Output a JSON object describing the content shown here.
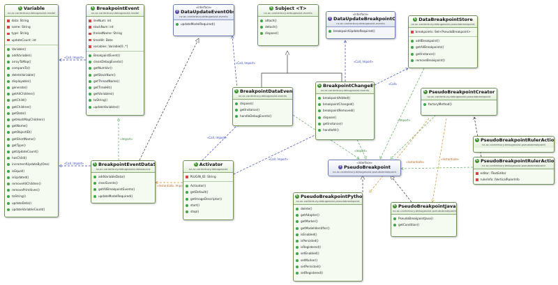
{
  "classes": {
    "variable": {
      "name": "Variable",
      "pkg": "nz.ac.canterbury.debugassist.model",
      "attrs": [
        "data: String",
        "name: String",
        "type: String",
        "updateCount: int"
      ],
      "methods": [
        "Variable()",
        "addVariable()",
        "arrayToMap()",
        "compareTo()",
        "deleteVariable()",
        "displayable()",
        "generate()",
        "getAllChildren()",
        "getChild()",
        "getChildren()",
        "getData()",
        "getHashMapChildren()",
        "getName()",
        "getObjectID()",
        "getShortName()",
        "getType()",
        "getUpdateCount()",
        "hasChild()",
        "incrementUpdateBy(One)",
        "isEqual()",
        "isUpdated()",
        "removeAllChildren()",
        "removePrimitives()",
        "toString()",
        "updateData()",
        "updateVariableCount()"
      ]
    },
    "breakpoint_event": {
      "name": "BreakpointEvent",
      "pkg": "nz.ac.canterbury.debugassist.model",
      "attrs": [
        "lineNum: int",
        "stackNum: int",
        "threadName: String",
        "timeHit: Date",
        "variables: Variable[0..*]"
      ],
      "methods": [
        "BreakpointEvent()",
        "cleanDebugEvents()",
        "getNumVar()",
        "getStackNum()",
        "getThreadName()",
        "getTimeHit()",
        "getVariables()",
        "toString()",
        "updateVariables()"
      ]
    },
    "data_update_event_observer": {
      "stereo": "«interface»",
      "name": "DataUpdateEventObserver",
      "pkg": "nz.ac.canterbury.debugassist.events",
      "methods": [
        "updateModelRequired()"
      ]
    },
    "subject": {
      "name": "Subject  <T>",
      "pkg": "nz.ac.canterbury.debugassist.events",
      "methods": [
        "attach()",
        "detach()",
        "dispose()"
      ]
    },
    "data_update_breakpoint_observer": {
      "stereo": "«interface»",
      "name": "DataUpdateBreakpointObserver",
      "pkg": "nz.ac.canterbury.debugassist.events",
      "methods": [
        "breakpointUpdateRequired()"
      ]
    },
    "data_breakpoint_store": {
      "name": "DataBreakpointStore",
      "pkg": "nz.ac.canterbury.debugassist.pseudobreakpoint",
      "attrs": [
        "breakpoints: Set<PseudoBreakpoint>"
      ],
      "methods": [
        "addBreakpoint()",
        "getAllBreakpoints()",
        "getInstance()",
        "removeBreakpoint()"
      ]
    },
    "breakpoint_data_event": {
      "name": "BreakpointDataEvent",
      "pkg": "nz.ac.canterbury.debugassist.events",
      "methods": [
        "dispose()",
        "getInstance()",
        "handleDebugEvents()"
      ]
    },
    "breakpoint_change_event": {
      "name": "BreakpointChangeEvent",
      "pkg": "nz.ac.canterbury.debugassist.events",
      "methods": [
        "breakpointAdded()",
        "breakpointChanged()",
        "breakpointRemoved()",
        "dispose()",
        "getInstance()",
        "handleAll()"
      ]
    },
    "pseudo_breakpoint_creator": {
      "name": "PseudoBreakpointCreator",
      "pkg": "nz.ac.canterbury.debugassist.pseudobreakpoint",
      "methods": [
        "factoryMethod()"
      ]
    },
    "breakpoint_event_data_store": {
      "name": "BreakpointEventDataStore",
      "pkg": "nz.ac.canterbury.debugassist.datasource",
      "methods": [
        "addVariableData()",
        "clearEvents()",
        "getAllBreakpointEvents()",
        "updateModelRequired()"
      ]
    },
    "activator": {
      "name": "Activator",
      "pkg": "nz.ac.canterbury.debugassist",
      "attrs": [
        "PLUGIN_ID: String"
      ],
      "methods": [
        "Activator()",
        "getDefault()",
        "getImageDescriptor()",
        "start()",
        "stop()"
      ]
    },
    "pseudo_breakpoint": {
      "stereo": "«interface»",
      "name": "PseudoBreakpoint",
      "pkg": "nz.ac.canterbury.debugassist.pseudobreakpoint"
    },
    "ruler_action_delegate": {
      "name": "PseudoBreakpointRulerActionDelegate",
      "pkg": "nz.ac.canterbury.debugassist.pseudobreakpoint"
    },
    "ruler_action": {
      "name": "PseudoBreakpointRulerAction",
      "pkg": "nz.ac.canterbury.debugassist.pseudobreakpoint",
      "attrs": [
        "editor: ITextEditor",
        "rulerInfo: IVerticalRulerInfo"
      ]
    },
    "pseudo_breakpoint_python": {
      "name": "PseudoBreakpointPython",
      "pkg": "nz.ac.canterbury.debugassist.pseudobreakpoint",
      "methods": [
        "delete()",
        "getAdapter()",
        "getMarker()",
        "getModelIdentifier()",
        "isEnabled()",
        "isPersisted()",
        "isRegistered()",
        "setEnabled()",
        "setMarker()",
        "setPersisted()",
        "setRegistered()"
      ]
    },
    "pseudo_breakpoint_java": {
      "name": "PseudoBreakpointJava",
      "pkg": "nz.ac.canterbury.debugassist.pseudobreakpoint",
      "methods": [
        "PseudoBreakpointJava()",
        "getCondition()"
      ]
    }
  },
  "labels": {
    "call_import": "«Call, Import»",
    "import": "«Import»",
    "call": "«Call»",
    "instantiate": "«Instantiate»",
    "instantiate2": "«Instantiate»",
    "instantiate_import": "«Instantiate, Import»"
  },
  "colors": {
    "import": "#5aa85a",
    "call": "#3344bb",
    "instantiate": "#d08a2a",
    "association": "#222222"
  }
}
